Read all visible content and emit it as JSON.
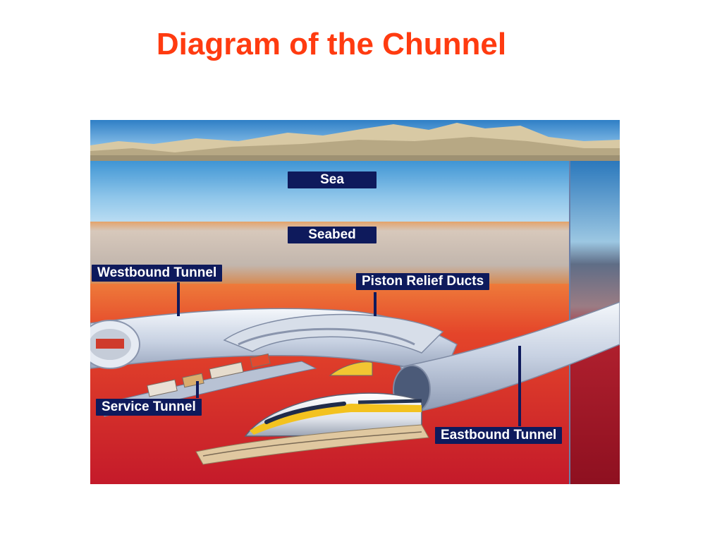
{
  "title": "Diagram of the Chunnel",
  "labels": {
    "sea": "Sea",
    "seabed": "Seabed",
    "westbound_tunnel": "Westbound Tunnel",
    "piston_relief_ducts": "Piston Relief Ducts",
    "service_tunnel": "Service Tunnel",
    "eastbound_tunnel": "Eastbound Tunnel"
  },
  "colors": {
    "title": "#ff3b10",
    "label_bg": "#0e1a5c",
    "label_text": "#ffffff",
    "sea": "#4a9fd8",
    "seabed": "#c9b9a8",
    "rock": "#e2452a",
    "tunnel": "#c9d3e4"
  }
}
